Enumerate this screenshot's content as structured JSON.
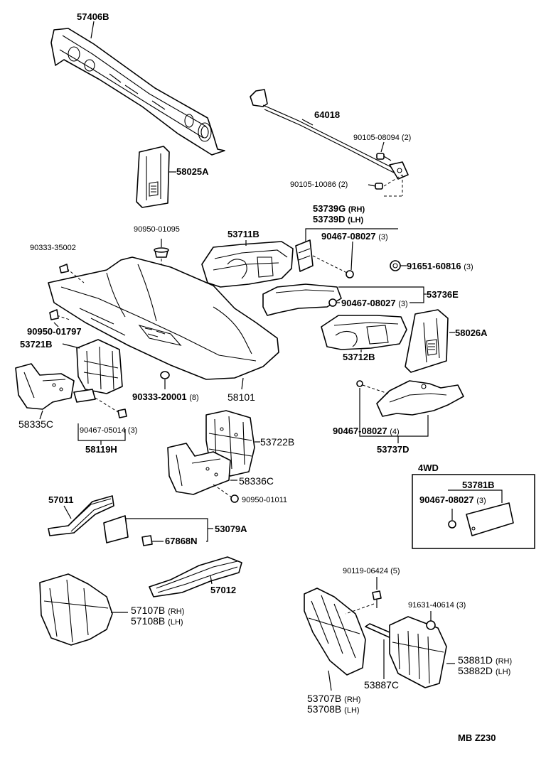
{
  "labels": {
    "p57406B": "57406B",
    "p64018": "64018",
    "p90105_08094": "90105-08094",
    "p90105_08094_q": "(2)",
    "p90105_10086": "90105-10086",
    "p90105_10086_q": "(2)",
    "p58025A": "58025A",
    "p53739G": "53739G",
    "p53739G_s": "(RH)",
    "p53739D": "53739D",
    "p53739D_s": "(LH)",
    "p90950_01095": "90950-01095",
    "p53711B": "53711B",
    "p90467_08027_a": "90467-08027",
    "p90467_08027_a_q": "(3)",
    "p90333_35002": "90333-35002",
    "p91651_60816": "91651-60816",
    "p91651_60816_q": "(3)",
    "p90467_08027_b": "90467-08027",
    "p90467_08027_b_q": "(3)",
    "p53736E": "53736E",
    "p90950_01797": "90950-01797",
    "p58026A": "58026A",
    "p53721B": "53721B",
    "p53712B": "53712B",
    "p90333_20001": "90333-20001",
    "p90333_20001_q": "(8)",
    "p58101": "58101",
    "p58335C": "58335C",
    "p90467_05014": "90467-05014",
    "p90467_05014_q": "(3)",
    "p58119H": "58119H",
    "p90467_08027_c": "90467-08027",
    "p90467_08027_c_q": "(4)",
    "p53737D": "53737D",
    "p53722B": "53722B",
    "p58336C": "58336C",
    "p90950_01011": "90950-01011",
    "p4WD": "4WD",
    "p53781B": "53781B",
    "p90467_08027_d": "90467-08027",
    "p90467_08027_d_q": "(3)",
    "p57011": "57011",
    "p53079A": "53079A",
    "p67868N": "67868N",
    "p57012": "57012",
    "p90119_06424": "90119-06424",
    "p90119_06424_q": "(5)",
    "p91631_40614": "91631-40614",
    "p91631_40614_q": "(3)",
    "p57107B": "57107B",
    "p57107B_s": "(RH)",
    "p57108B": "57108B",
    "p57108B_s": "(LH)",
    "p53881D": "53881D",
    "p53881D_s": "(RH)",
    "p53882D": "53882D",
    "p53882D_s": "(LH)",
    "p53887C": "53887C",
    "p53707B": "53707B",
    "p53707B_s": "(RH)",
    "p53708B": "53708B",
    "p53708B_s": "(LH)",
    "footer": "MB  Z230"
  }
}
